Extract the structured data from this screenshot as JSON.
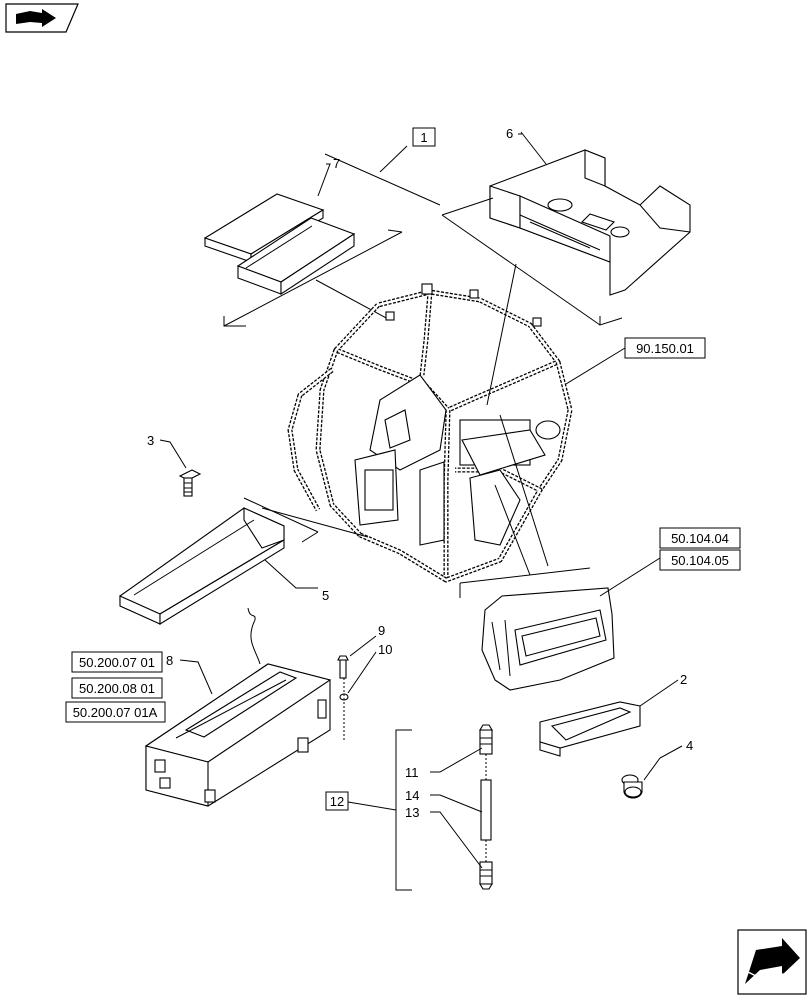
{
  "callouts": {
    "c1": "1",
    "c2": "2",
    "c3": "3",
    "c4": "4",
    "c5": "5",
    "c6": "6",
    "c7": "7",
    "c8": "8",
    "c9": "9",
    "c10": "10",
    "c11": "11",
    "c12": "12",
    "c13": "13",
    "c14": "14"
  },
  "references": {
    "r_90_150_01": "90.150.01",
    "r_50_104_04": "50.104.04",
    "r_50_104_05": "50.104.05",
    "r_50_200_07_01": "50.200.07 01",
    "r_50_200_08_01": "50.200.08 01",
    "r_50_200_07_01A": "50.200.07 01A"
  },
  "icons": {
    "top_left": "book-arrow-icon",
    "bottom_right": "next-page-arrow-icon"
  }
}
